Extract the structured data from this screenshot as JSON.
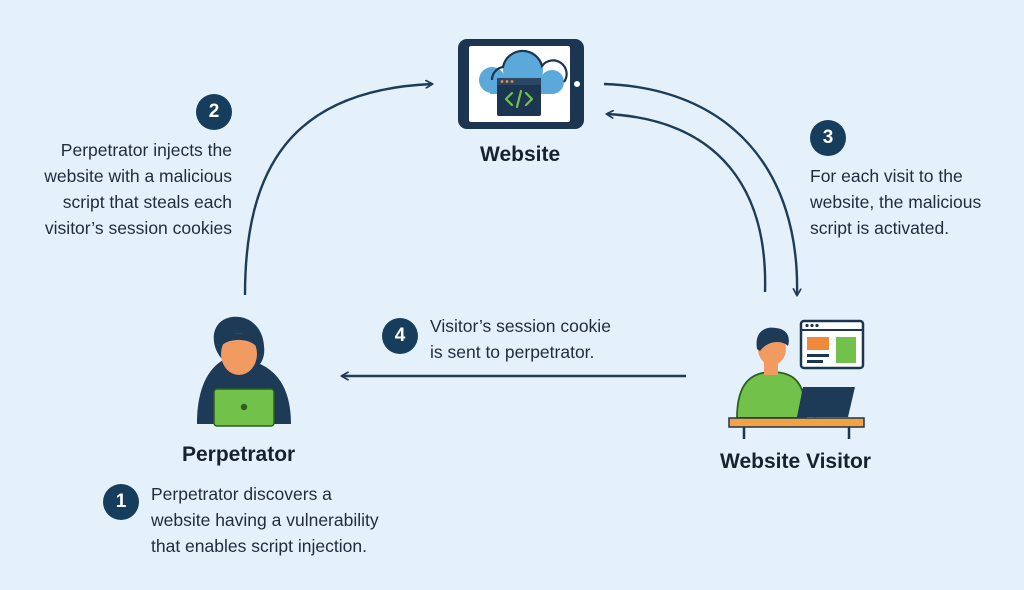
{
  "colors": {
    "background": "#e4f0fa",
    "navy": "#163d5b",
    "arrow": "#1c3c58",
    "green": "#72c14b",
    "cloud_blue": "#5aa9da",
    "orange": "#f08a3a",
    "desk": "#f2a243"
  },
  "nodes": {
    "website": {
      "label": "Website",
      "icon": "tablet-cloud-code-icon"
    },
    "perpetrator": {
      "label": "Perpetrator",
      "icon": "hooded-hacker-laptop-icon"
    },
    "visitor": {
      "label": "Website Visitor",
      "icon": "person-at-laptop-icon"
    }
  },
  "steps": [
    {
      "number": "1",
      "lines": [
        "Perpetrator discovers a",
        "website having a vulnerability",
        "that enables script injection."
      ]
    },
    {
      "number": "2",
      "lines": [
        "Perpetrator injects the",
        "website with a malicious",
        "script that steals each",
        "visitor’s session cookies"
      ]
    },
    {
      "number": "3",
      "lines": [
        "For each visit to the",
        "website, the malicious",
        "script is activated."
      ]
    },
    {
      "number": "4",
      "lines": [
        "Visitor’s session cookie",
        "is sent to perpetrator."
      ]
    }
  ]
}
